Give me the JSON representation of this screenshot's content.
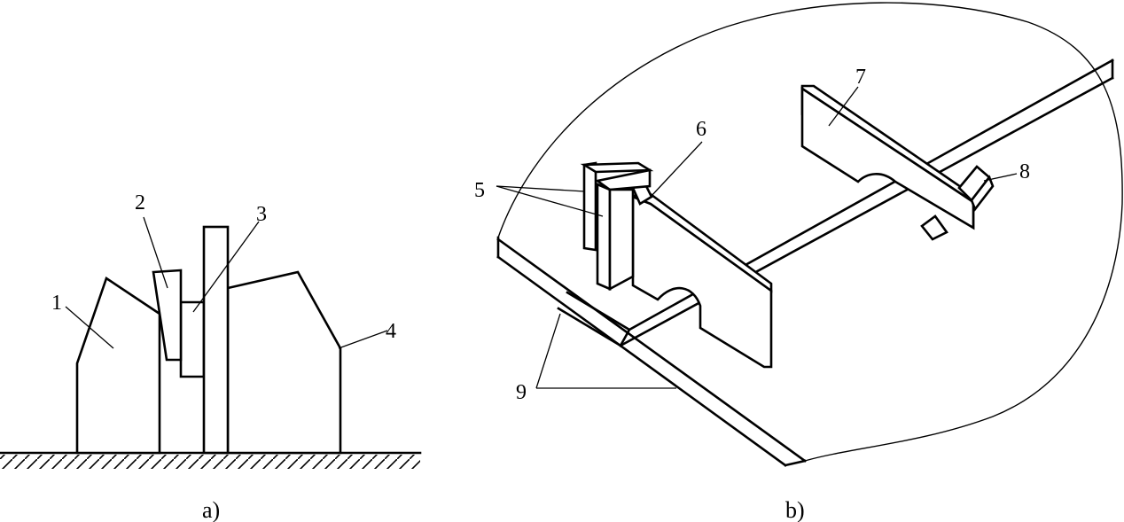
{
  "figure_a": {
    "caption": "a)",
    "labels": {
      "l1": "1",
      "l2": "2",
      "l3": "3",
      "l4": "4"
    }
  },
  "figure_b": {
    "caption": "b)",
    "labels": {
      "l5": "5",
      "l6": "6",
      "l7": "7",
      "l8": "8",
      "l9": "9"
    }
  }
}
